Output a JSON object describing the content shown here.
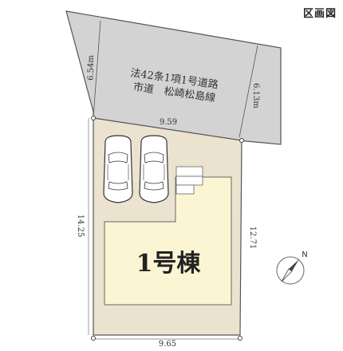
{
  "header": {
    "title": "区画図"
  },
  "road": {
    "line1": "法42条1項1号道路",
    "line2": "市道　松崎松島線"
  },
  "building": {
    "label": "1号棟"
  },
  "dimensions": {
    "road_left": "6.54m",
    "road_right": "6.13m",
    "top": "9.59",
    "left": "14.25",
    "right": "12.71",
    "bottom": "9.65"
  },
  "compass": {
    "letter": "N"
  },
  "colors": {
    "road_fill": "#d3d3d3",
    "lot_fill": "#ece2d0",
    "building_fill": "#fbf5d3",
    "line": "#555555"
  }
}
